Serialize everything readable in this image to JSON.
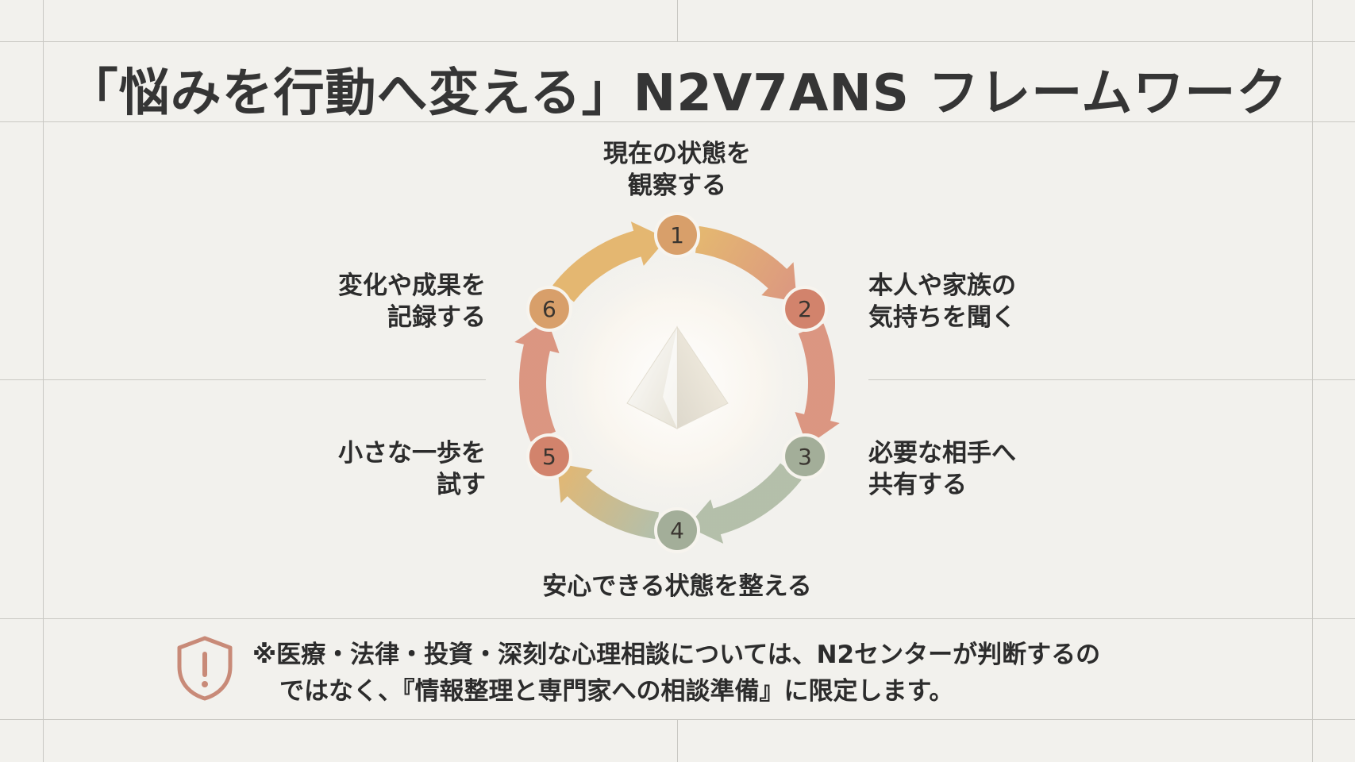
{
  "title": "「悩みを行動へ変える」N2V7ANS フレームワーク",
  "steps": [
    {
      "number": "1",
      "line1": "現在の状態を",
      "line2": "観察する"
    },
    {
      "number": "2",
      "line1": "本人や家族の",
      "line2": "気持ちを聞く"
    },
    {
      "number": "3",
      "line1": "必要な相手へ",
      "line2": "共有する"
    },
    {
      "number": "4",
      "line1": "安心できる状態を整える",
      "line2": ""
    },
    {
      "number": "5",
      "line1": "小さな一歩を",
      "line2": "試す"
    },
    {
      "number": "6",
      "line1": "変化や成果を",
      "line2": "記録する"
    }
  ],
  "note": {
    "line1": "※医療・法律・投資・深刻な心理相談については、N2センターが判断するの",
    "line2": "ではなく、『情報整理と専門家への相談準備』に限定します。"
  },
  "colors": {
    "gold": "#e3b266",
    "coral": "#d98e78",
    "sage": "#afbba4",
    "badge_gold": "#d89f6a",
    "badge_coral": "#d2836c",
    "badge_sage": "#a3ae99",
    "icon": "#c88a78"
  }
}
